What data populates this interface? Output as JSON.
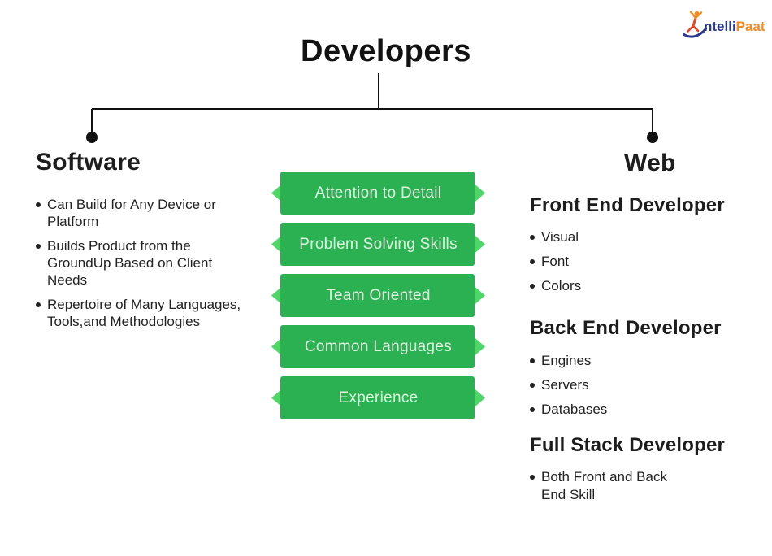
{
  "logo": {
    "brand_prefix": "ntelli",
    "brand_suffix": "Paat"
  },
  "title": "Developers",
  "colors": {
    "ribbon_body": "#2bb152",
    "ribbon_tip": "#4ed768",
    "ribbon_text": "#dcf5e0",
    "heading": "#1d1d1d",
    "body_text": "#222222",
    "line": "#111111",
    "logo_blue": "#2b3990",
    "logo_orange": "#f6891f",
    "figure_red": "#ee4023"
  },
  "software": {
    "heading": "Software",
    "items": [
      {
        "line1": "Can Build for Any Device or",
        "line2": "Platform"
      },
      {
        "line1": "Builds Product from the",
        "line2": "GroundUp Based on Client",
        "line3": "Needs"
      },
      {
        "line1": "Repertoire of Many Languages,",
        "line2": "Tools,and Methodologies"
      }
    ]
  },
  "skills": {
    "ribbons": [
      {
        "label": "Attention to Detail"
      },
      {
        "label": "Problem Solving Skills"
      },
      {
        "label": "Team Oriented"
      },
      {
        "label": "Common Languages"
      },
      {
        "label": "Experience"
      }
    ]
  },
  "web": {
    "heading": "Web",
    "sections": [
      {
        "heading": "Front End Developer",
        "items": [
          {
            "line1": "Visual"
          },
          {
            "line1": "Font"
          },
          {
            "line1": "Colors"
          }
        ]
      },
      {
        "heading": "Back End Developer",
        "items": [
          {
            "line1": "Engines"
          },
          {
            "line1": "Servers"
          },
          {
            "line1": "Databases"
          }
        ]
      },
      {
        "heading": "Full Stack Developer",
        "items": [
          {
            "line1": "Both Front and Back",
            "line2": "End Skill"
          }
        ]
      }
    ]
  }
}
